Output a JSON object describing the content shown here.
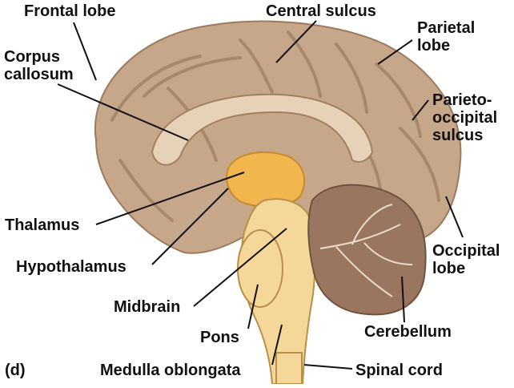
{
  "panel_letter": "(d)",
  "labels": {
    "frontal_lobe": "Frontal lobe",
    "central_sulcus": "Central sulcus",
    "parietal_lobe": [
      "Parietal",
      "lobe"
    ],
    "corpus_callosum": [
      "Corpus",
      "callosum"
    ],
    "parieto_occipital_sulcus": [
      "Parieto-",
      "occipital",
      "sulcus"
    ],
    "thalamus": "Thalamus",
    "hypothalamus": "Hypothalamus",
    "midbrain": "Midbrain",
    "pons": "Pons",
    "medulla_oblongata": "Medulla oblongata",
    "occipital_lobe": [
      "Occipital",
      "lobe"
    ],
    "cerebellum": "Cerebellum",
    "spinal_cord": "Spinal cord"
  },
  "colors": {
    "cortex": "#c7a789",
    "cortex_dark": "#9c7a5e",
    "corpus_callosum": "#e7d2b8",
    "thalamus": "#f2b64f",
    "brainstem": "#f6d79a",
    "cerebellum": "#9a7660",
    "leader_line": "#111111"
  }
}
